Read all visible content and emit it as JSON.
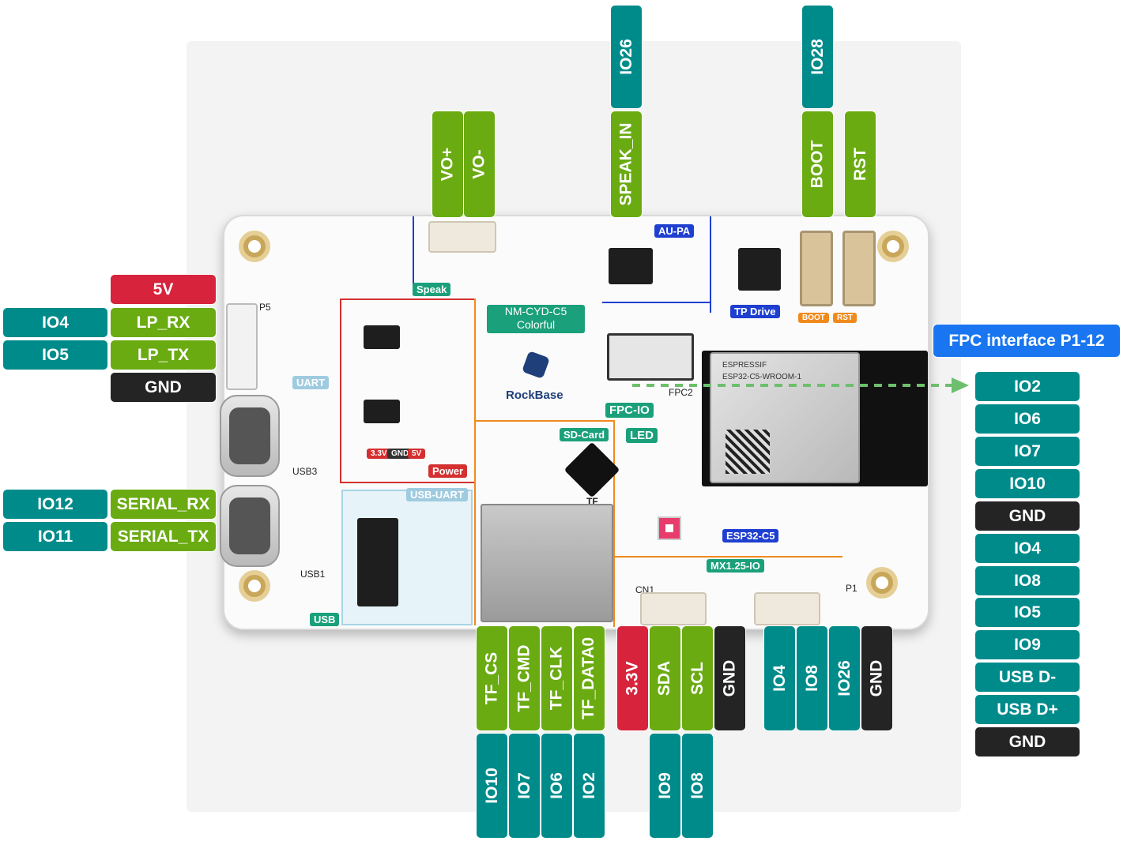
{
  "board": {
    "model": "NM-CYD-C5",
    "subtitle": "Colorful",
    "brand": "RockBase",
    "module_brand": "ESPRESSIF",
    "module_model": "ESP32-C5-WROOM-1",
    "silk": {
      "au_pa": "AU-PA",
      "tp_drive": "TP Drive",
      "uart": "UART",
      "usb_uart": "USB-UART",
      "usb": "USB",
      "sd_card": "SD-Card",
      "fpc_io": "FPC-IO",
      "led": "LED",
      "esp32_c5": "ESP32-C5",
      "mx125_io": "MX1.25-IO",
      "power": "Power",
      "speak": "Speak",
      "boot": "BOOT",
      "rst": "RST",
      "v33": "3.3V",
      "gnd": "GND",
      "v5": "5V",
      "tf": "TF",
      "cn1": "CN1",
      "p1": "P1",
      "p5": "P5",
      "usb3": "USB3",
      "usb1": "USB1",
      "fpc2": "FPC2"
    }
  },
  "colors": {
    "teal": "#008b8b",
    "green": "#6aab12",
    "black": "#242424",
    "red": "#d7233c",
    "blue": "#1976f0",
    "arrow": "#6dbf6d"
  },
  "top_pins": {
    "vo_plus": "VO+",
    "vo_minus": "VO-",
    "io26": "IO26",
    "speak_in": "SPEAK_IN",
    "io28": "IO28",
    "boot": "BOOT",
    "rst": "RST"
  },
  "left_pins": {
    "v5": "5V",
    "io4": "IO4",
    "lp_rx": "LP_RX",
    "io5": "IO5",
    "lp_tx": "LP_TX",
    "gnd": "GND",
    "io12": "IO12",
    "serial_rx": "SERIAL_RX",
    "io11": "IO11",
    "serial_tx": "SERIAL_TX"
  },
  "fpc_label": "FPC interface P1-12",
  "right_pins": [
    "IO2",
    "IO6",
    "IO7",
    "IO10",
    "GND",
    "IO4",
    "IO8",
    "IO5",
    "IO9",
    "USB D-",
    "USB D+",
    "GND"
  ],
  "bottom_pins": {
    "tf_cs": "TF_CS",
    "tf_cmd": "TF_CMD",
    "tf_clk": "TF_CLK",
    "tf_data0": "TF_DATA0",
    "io10": "IO10",
    "io7": "IO7",
    "io6": "IO6",
    "io2": "IO2",
    "v33": "3.3V",
    "sda": "SDA",
    "scl": "SCL",
    "gnd1": "GND",
    "io9": "IO9",
    "io8": "IO8",
    "p1_io4": "IO4",
    "p1_io8": "IO8",
    "p1_io26": "IO26",
    "gnd2": "GND"
  }
}
